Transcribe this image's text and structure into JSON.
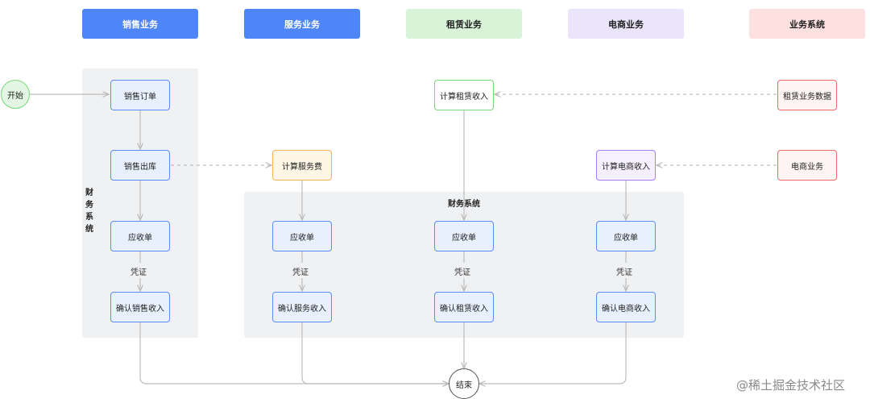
{
  "lanes": {
    "sales": "销售业务",
    "service": "服务业务",
    "rental": "租赁业务",
    "ecommerce": "电商业务",
    "business_system": "业务系统"
  },
  "regions": {
    "finance_left": "财务系统",
    "finance_right": "财务系统"
  },
  "nodes": {
    "start": "开始",
    "sales_order": "销售订单",
    "sales_outbound": "销售出库",
    "sales_receivable": "应收单",
    "sales_confirm": "确认销售收入",
    "calc_service_fee": "计算服务费",
    "service_receivable": "应收单",
    "service_confirm": "确认服务收入",
    "calc_rental_income": "计算租赁收入",
    "rental_receivable": "应收单",
    "rental_confirm": "确认租赁收入",
    "calc_ecommerce_income": "计算电商收入",
    "ecommerce_receivable": "应收单",
    "ecommerce_confirm": "确认电商收入",
    "rental_business_data": "租赁业务数据",
    "ecommerce_business": "电商业务",
    "end": "结束"
  },
  "edge_labels": {
    "voucher": "凭证"
  },
  "watermark": "@稀土掘金技术社区",
  "colors": {
    "blue_header": "#4f86f7",
    "green_header": "#d8f3d8",
    "purple_header": "#ebe5fb",
    "red_header": "#fde1e1",
    "arrow": "#b9b9b9"
  }
}
